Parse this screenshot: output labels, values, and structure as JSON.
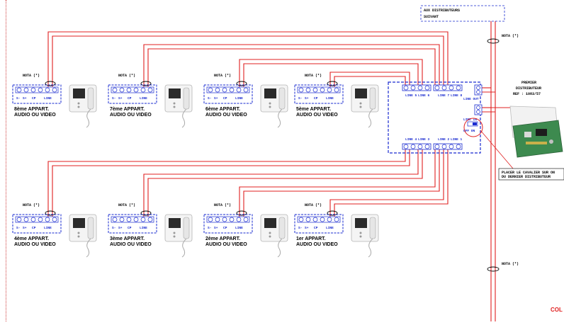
{
  "colors": {
    "wire": "#e02020",
    "frame": "#1a2bd0",
    "text": "#000000"
  },
  "apartments": [
    {
      "name": "8ème APPART.",
      "type": "AUDIO OU VIDEO",
      "note": "NOTA (*)"
    },
    {
      "name": "7ème APPART.",
      "type": "AUDIO OU VIDEO",
      "note": "NOTA (*)"
    },
    {
      "name": "6ème APPART.",
      "type": "AUDIO OU VIDEO",
      "note": "NOTA (*)"
    },
    {
      "name": "5ème APPART.",
      "type": "AUDIO OU VIDEO",
      "note": "NOTA (*)"
    },
    {
      "name": "4ème APPART.",
      "type": "AUDIO OU VIDEO",
      "note": "NOTA (*)"
    },
    {
      "name": "3ème APPART.",
      "type": "AUDIO OU VIDEO",
      "note": "NOTA (*)"
    },
    {
      "name": "2ème APPART.",
      "type": "AUDIO OU VIDEO",
      "note": "NOTA (*)"
    },
    {
      "name": "1er APPART.",
      "type": "AUDIO OU VIDEO",
      "note": "NOTA (*)"
    }
  ],
  "terminal_labels": [
    "S-",
    "S+",
    "CP",
    "LINE"
  ],
  "distributor": {
    "top_lines": [
      "LINE 5",
      "LINE 6",
      "LINE 7",
      "LINE 8"
    ],
    "bottom_lines": [
      "LINE 4",
      "LINE 3",
      "LINE 2",
      "LINE 1"
    ],
    "line_out": "LINE OUT",
    "line_in": "LINE IN",
    "switch": "OFF ON"
  },
  "next_distributors": "AUX DISTRIBUTEURS SUIVANT",
  "riser_notes": [
    "NOTA (*)",
    "NOTA (*)"
  ],
  "premier": {
    "line1": "PREMIER",
    "line2": "DISTRIBUTEUR",
    "line3": "REF : 1083/57"
  },
  "jumper_note": {
    "line1": "PLACER LE CAVALIER SUR ON",
    "line2": "DU DERNIER DISTRIBUTEUR"
  },
  "corner_text": "COL"
}
